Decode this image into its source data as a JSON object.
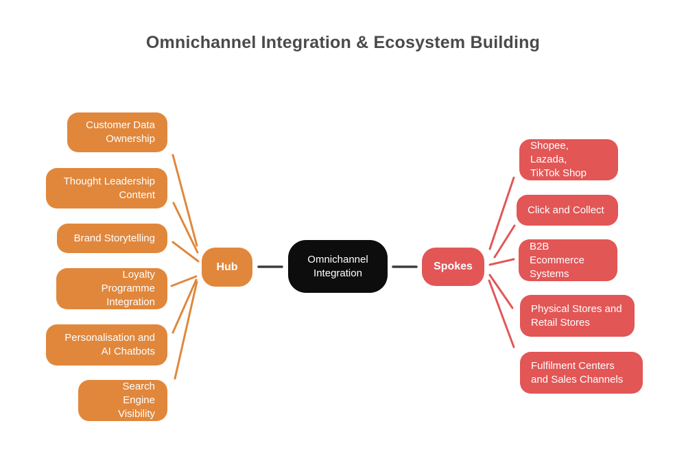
{
  "title": "Omnichannel Integration & Ecosystem Building",
  "center_node": {
    "label": [
      "Omnichannel",
      "Integration"
    ]
  },
  "hub": {
    "label": "Hub",
    "items": [
      {
        "label": [
          "Customer Data",
          "Ownership"
        ]
      },
      {
        "label": [
          "Thought Leadership",
          "Content"
        ]
      },
      {
        "label": [
          "Brand Storytelling"
        ]
      },
      {
        "label": [
          "Loyalty Programme",
          "Integration"
        ]
      },
      {
        "label": [
          "Personalisation and",
          "AI Chatbots"
        ]
      },
      {
        "label": [
          "Search Engine",
          "Visibility"
        ]
      }
    ]
  },
  "spokes": {
    "label": "Spokes",
    "items": [
      {
        "label": [
          "Shopee, Lazada,",
          "TikTok Shop"
        ]
      },
      {
        "label": [
          "Click and Collect"
        ]
      },
      {
        "label": [
          "B2B Ecommerce",
          "Systems"
        ]
      },
      {
        "label": [
          "Physical Stores and",
          "Retail Stores"
        ]
      },
      {
        "label": [
          "Fulfilment Centers",
          "and Sales Channels"
        ]
      }
    ]
  },
  "colors": {
    "hub_orange": "#E0873C",
    "spokes_red": "#E25656",
    "center_black": "#0D0D0D",
    "title_gray": "#4A4A4A",
    "connector_dark": "#3C3C3C",
    "background": "#FFFFFF"
  }
}
